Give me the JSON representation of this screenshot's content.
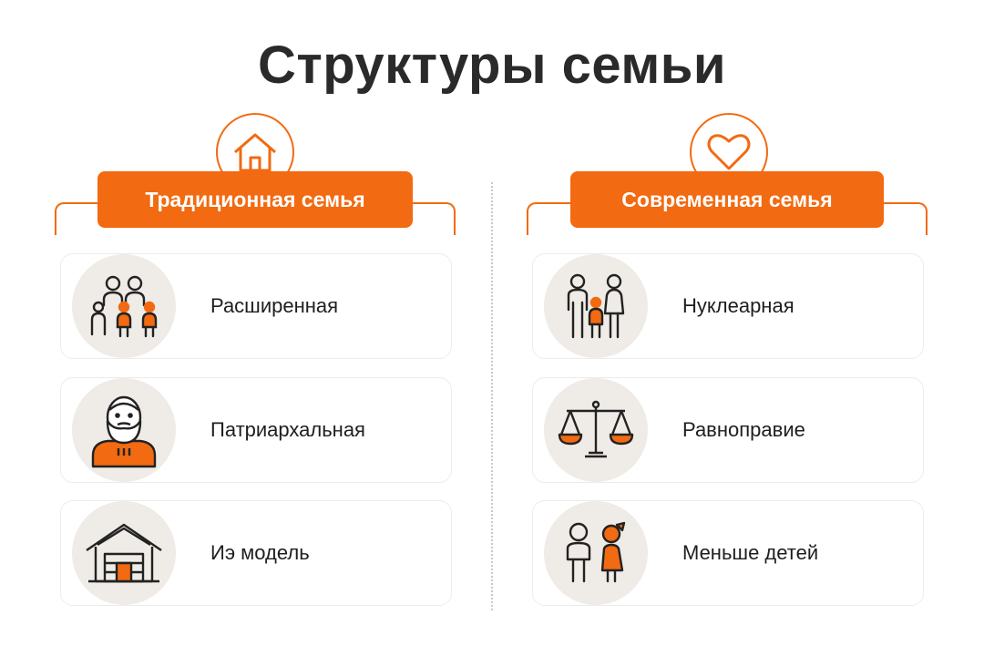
{
  "title": "Структуры семьи",
  "colors": {
    "accent": "#f26a11",
    "icon_bg": "#efebe6",
    "text": "#222222"
  },
  "left": {
    "emblem_icon": "house-icon",
    "header": "Традиционная семья",
    "items": [
      {
        "label": "Расширенная",
        "icon": "extended-family-icon"
      },
      {
        "label": "Патриархальная",
        "icon": "bearded-elder-icon"
      },
      {
        "label": "Иэ модель",
        "icon": "traditional-house-icon"
      }
    ]
  },
  "right": {
    "emblem_icon": "heart-icon",
    "header": "Современная семья",
    "items": [
      {
        "label": "Нуклеарная",
        "icon": "nuclear-family-icon"
      },
      {
        "label": "Равноправие",
        "icon": "balance-scale-icon"
      },
      {
        "label": "Меньше детей",
        "icon": "two-children-icon"
      }
    ]
  }
}
